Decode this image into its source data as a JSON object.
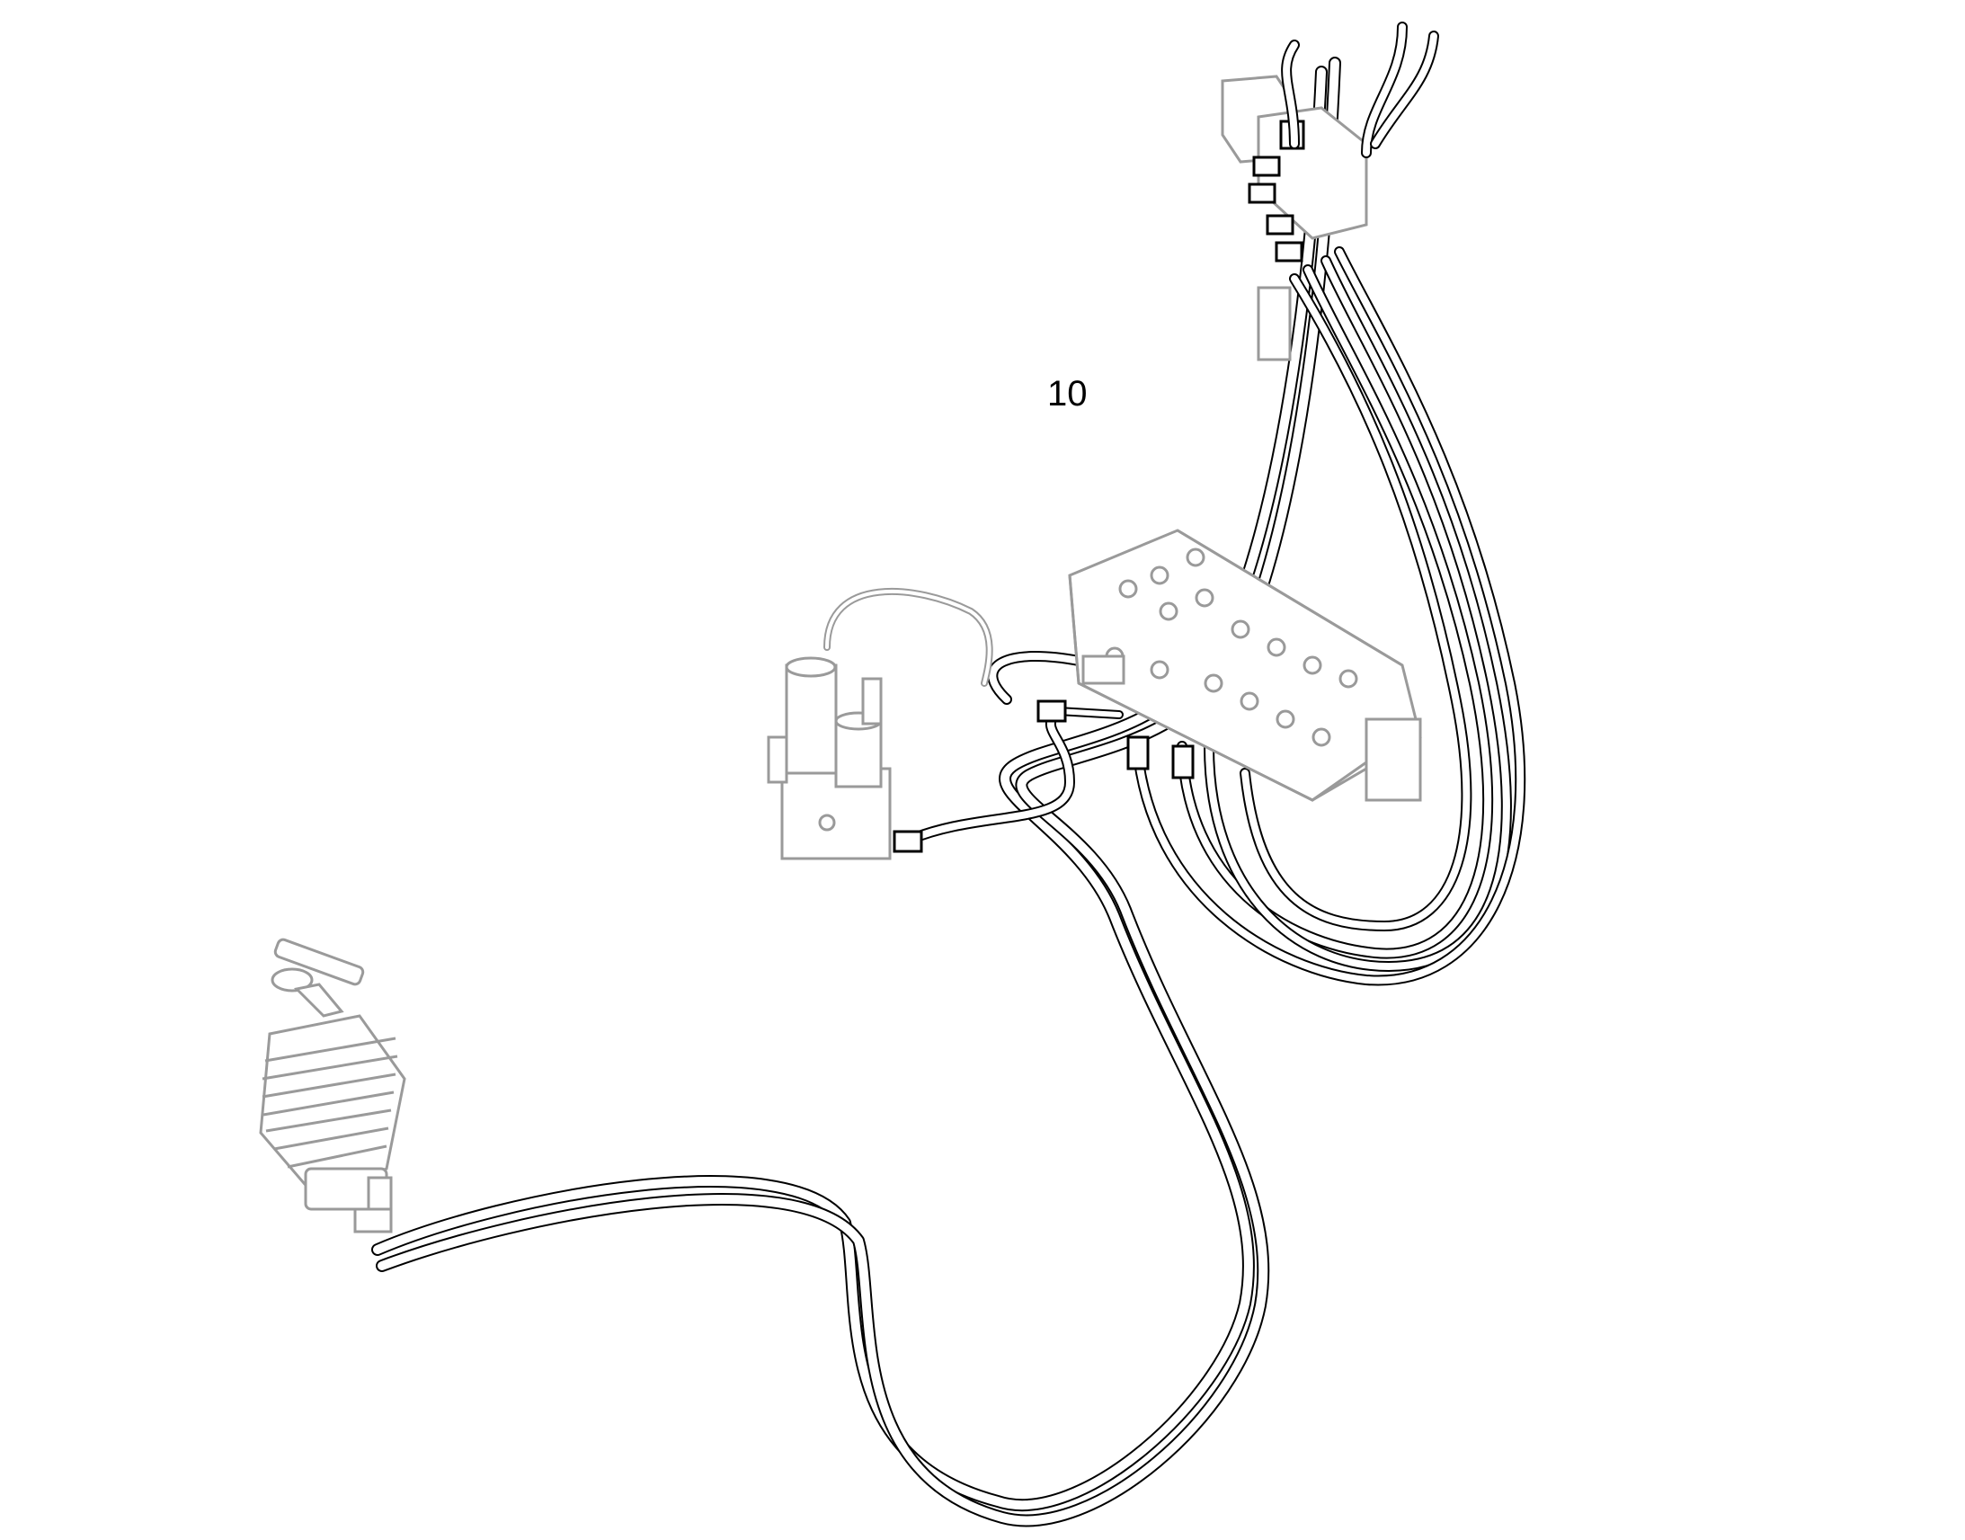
{
  "diagram": {
    "callouts": [
      {
        "id": "callout-10",
        "label": "10"
      }
    ],
    "components": {
      "joystick": "pilot-joystick-control",
      "solenoid_valve": "solenoid-valve-block",
      "control_valve": "main-control-valve-block",
      "pilot_manifold": "pilot-manifold-upper"
    },
    "colors": {
      "line": "#000000",
      "faded_line": "#9a9a9a",
      "background": "#ffffff"
    }
  }
}
